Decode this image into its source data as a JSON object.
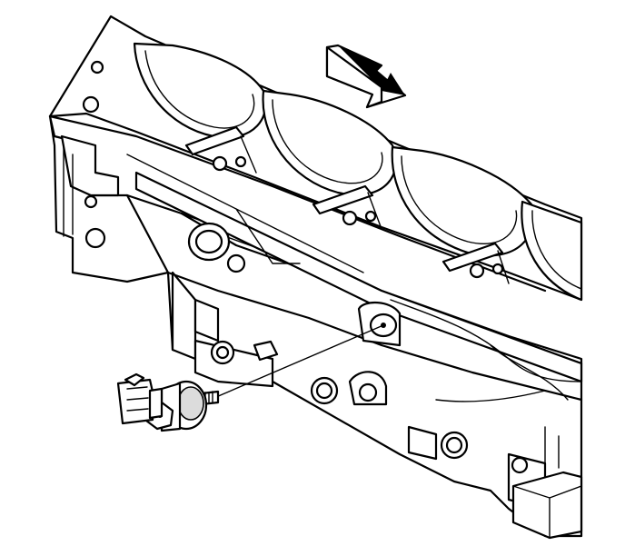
{
  "diagram": {
    "type": "technical-line-illustration",
    "subject_icons": [
      "engine-block",
      "knock-sensor",
      "electrical-connector",
      "direction-arrow"
    ],
    "colors": {
      "line": "#000000",
      "background": "#ffffff"
    }
  }
}
